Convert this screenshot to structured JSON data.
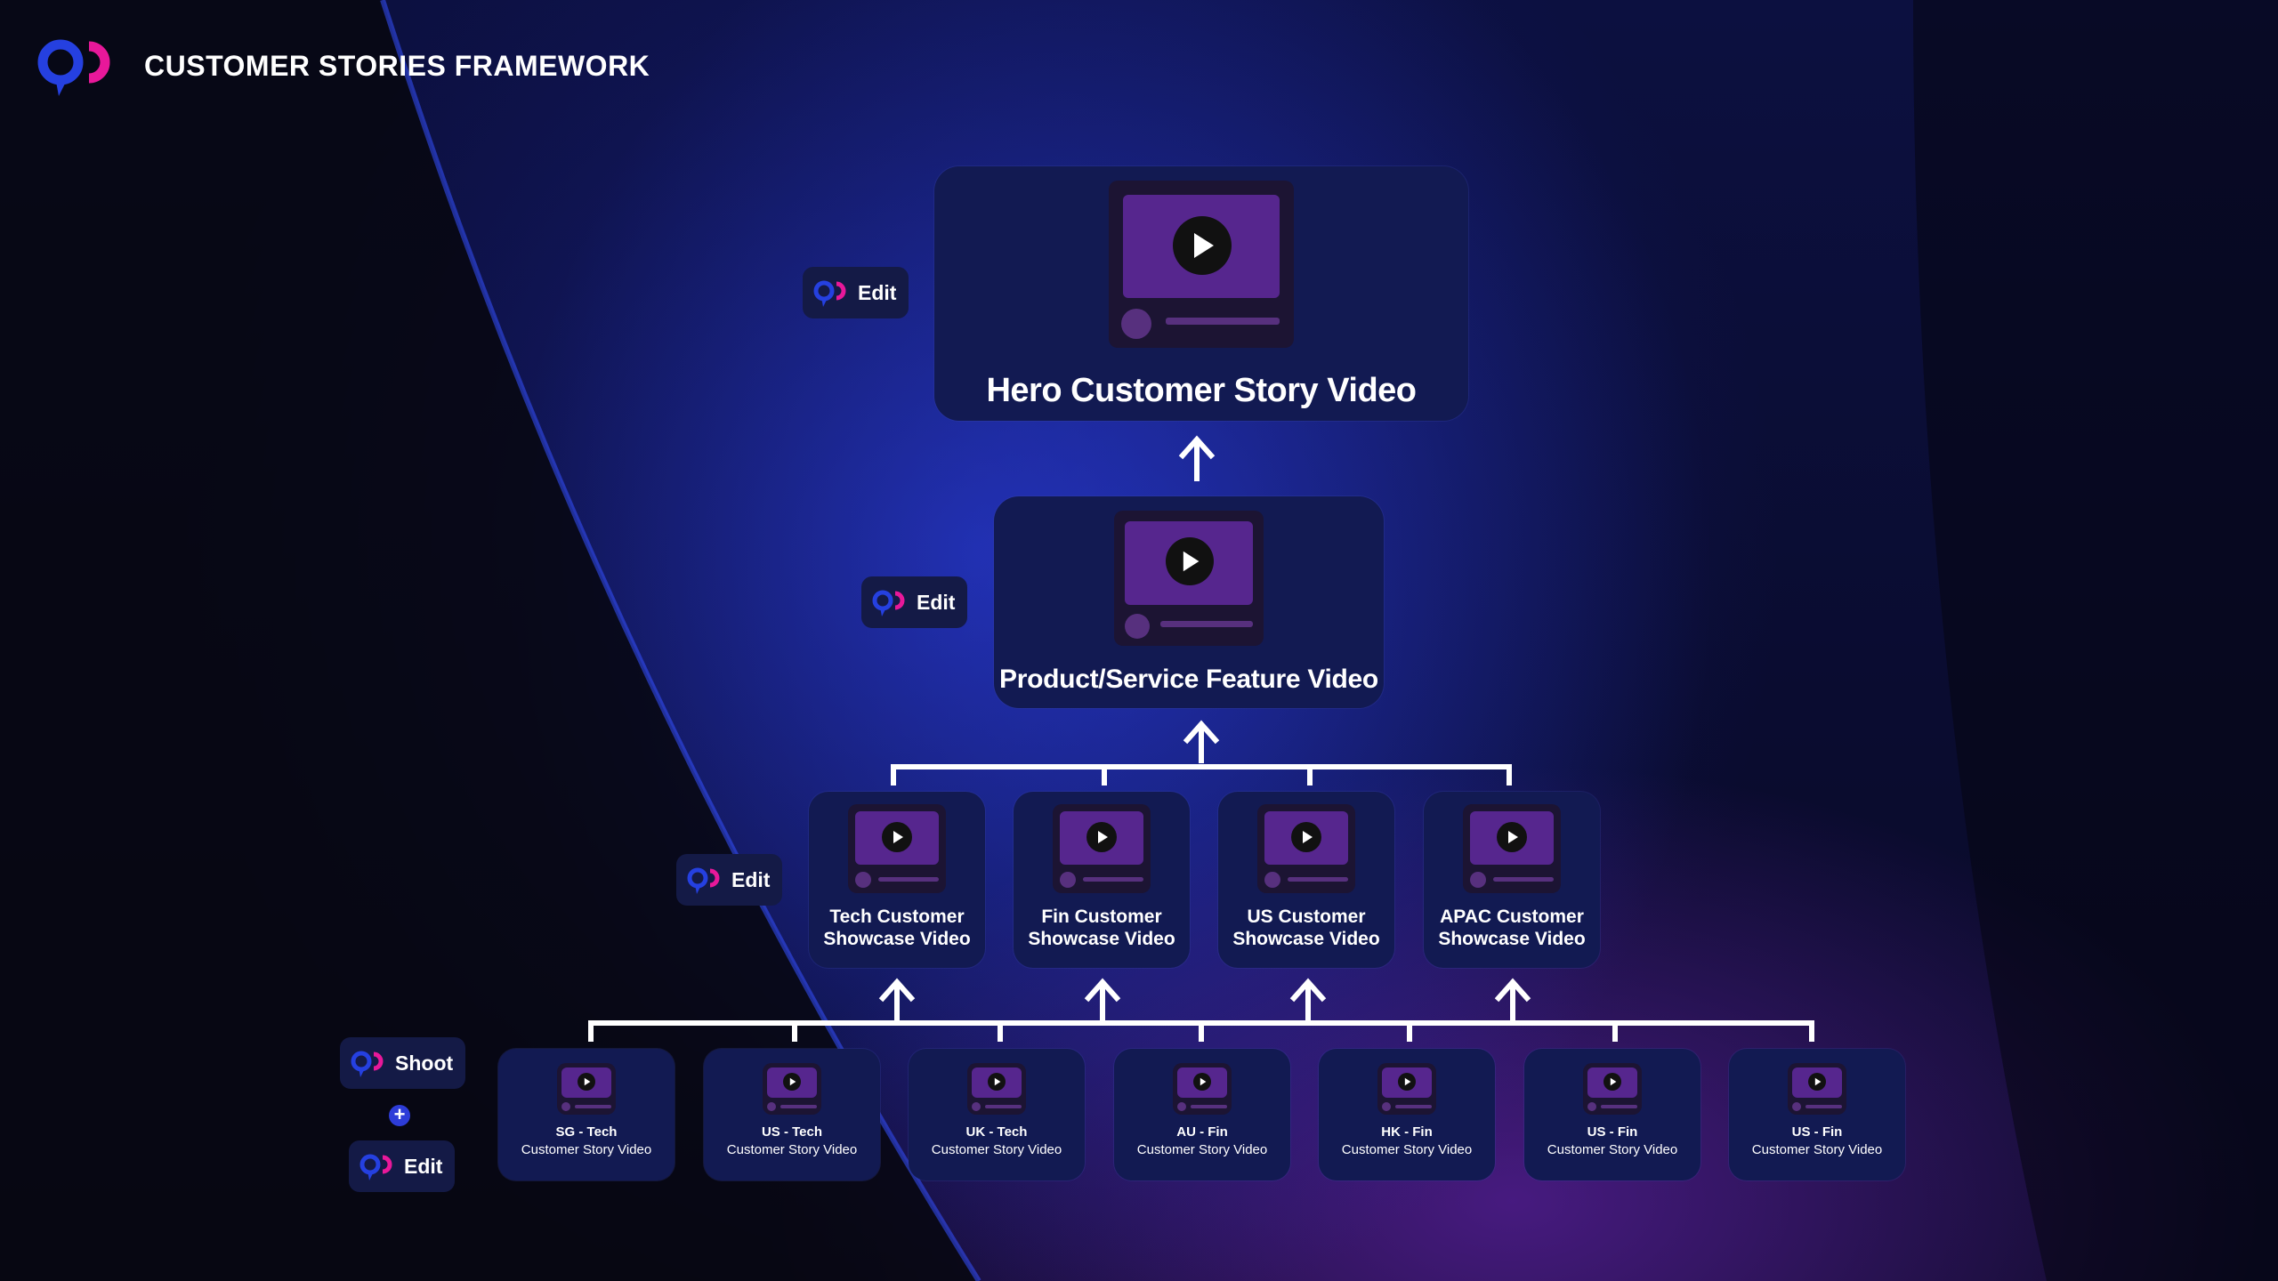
{
  "header": {
    "title": "CUSTOMER STORIES FRAMEWORK"
  },
  "colors": {
    "brand_blue": "#2540e0",
    "brand_magenta": "#e8189a",
    "card_bg": "#121a52",
    "screen": "#56268e"
  },
  "levels": {
    "hero": {
      "label": "Hero Customer Story Video",
      "badge": "Edit"
    },
    "feature": {
      "label": "Product/Service Feature Video",
      "badge": "Edit"
    },
    "showcase": {
      "badge": "Edit",
      "items": [
        {
          "line1": "Tech Customer",
          "line2": "Showcase Video"
        },
        {
          "line1": "Fin Customer",
          "line2": "Showcase Video"
        },
        {
          "line1": "US Customer",
          "line2": "Showcase Video"
        },
        {
          "line1": "APAC Customer",
          "line2": "Showcase Video"
        }
      ]
    },
    "stories": {
      "badge_top": "Shoot",
      "badge_bottom": "Edit",
      "plus": "+",
      "items": [
        {
          "title": "SG - Tech",
          "subtitle": "Customer Story Video"
        },
        {
          "title": "US - Tech",
          "subtitle": "Customer Story Video"
        },
        {
          "title": "UK - Tech",
          "subtitle": "Customer Story Video"
        },
        {
          "title": "AU - Fin",
          "subtitle": "Customer Story Video"
        },
        {
          "title": "HK - Fin",
          "subtitle": "Customer Story Video"
        },
        {
          "title": "US - Fin",
          "subtitle": "Customer Story Video"
        },
        {
          "title": "US - Fin",
          "subtitle": "Customer Story Video"
        }
      ]
    }
  },
  "icons": {
    "brand": "brand-logo-icon",
    "video": "video-player-icon",
    "play": "play-icon",
    "arrow": "arrow-up-icon",
    "plus": "plus-icon"
  }
}
